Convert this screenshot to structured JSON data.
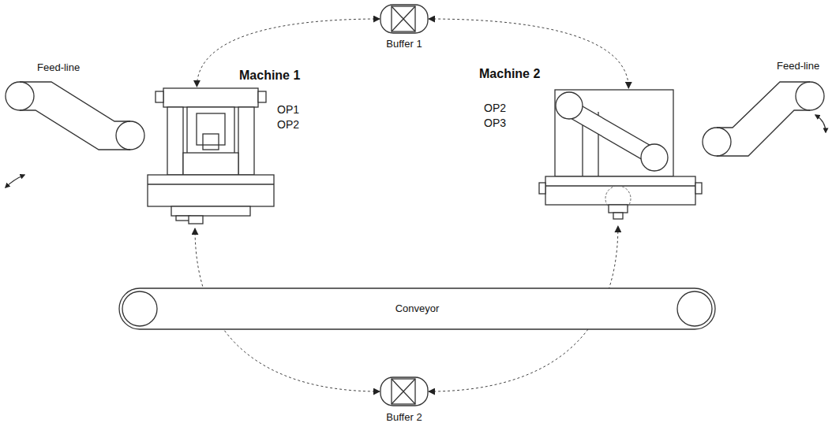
{
  "diagram": {
    "nodes": [
      {
        "text": [
          "Buffer 1"
        ]
      },
      {
        "text": [
          "Feed-line"
        ]
      },
      {
        "text": [
          "Machine 1",
          "OP1 OP2"
        ]
      },
      {
        "text": [
          "Machine 2",
          "OP2 OP3"
        ]
      },
      {
        "text": [
          "Feed-line"
        ]
      },
      {
        "text": [
          "Conveyor"
        ]
      },
      {
        "text": [
          "Buffer 2"
        ]
      }
    ],
    "edges": [
      {
        "from": 0,
        "to": 2,
        "arrow": "both"
      },
      {
        "from": 0,
        "to": 3,
        "arrow": "both"
      },
      {
        "from": 6,
        "to": 2,
        "arrow": "both"
      },
      {
        "from": 6,
        "to": 3,
        "arrow": "both"
      }
    ]
  }
}
